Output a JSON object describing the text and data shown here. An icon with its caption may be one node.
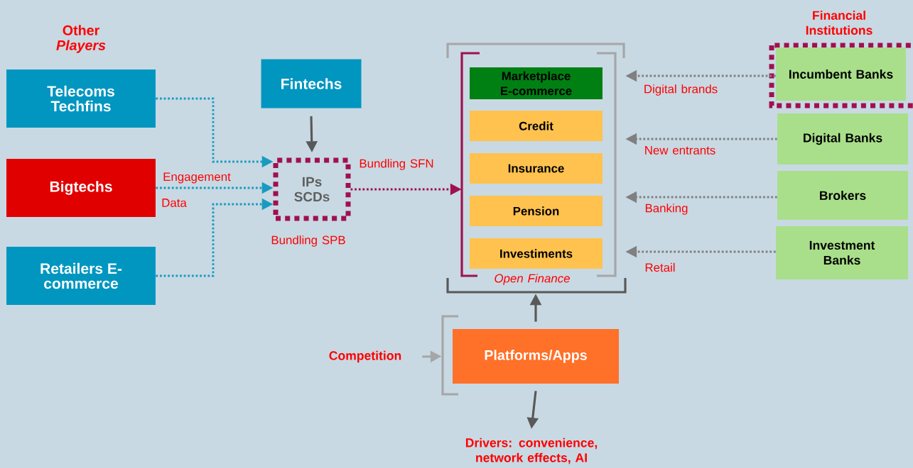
{
  "diagram": {
    "nodes": [
      {
        "text": [
          "Telecoms Techfins"
        ]
      },
      {
        "text": [
          "Bigtechs"
        ]
      },
      {
        "text": [
          "Retailers E-commerce"
        ]
      },
      {
        "text": [
          "Fintechs"
        ]
      },
      {
        "text": [
          "IPs SCDs"
        ],
        "beside": [
          "Bundling SPB"
        ]
      },
      {
        "text": [
          "Open Finance"
        ]
      },
      {
        "text": [
          "Marketplace E-commerce"
        ],
        "in": 5
      },
      {
        "text": [
          "Credit"
        ],
        "in": 5
      },
      {
        "text": [
          "Insurance"
        ],
        "in": 5
      },
      {
        "text": [
          "Pension"
        ],
        "in": 5
      },
      {
        "text": [
          "Investiments"
        ],
        "in": 5
      },
      {
        "text": [
          "Incumbent Banks"
        ]
      },
      {
        "text": [
          "Digital Banks"
        ]
      },
      {
        "text": [
          "Brokers"
        ]
      },
      {
        "text": [
          "Investment Banks"
        ]
      },
      {
        "text": [
          "Platforms/Apps"
        ]
      },
      {
        "text": [
          "Competition"
        ]
      },
      {
        "text": [
          "Drivers: convenience, network effects, AI"
        ]
      }
    ],
    "edges": [
      {
        "from": 0,
        "to": 4,
        "arrow": "to",
        "style": "dashed",
        "color": "#1a9ac0"
      },
      {
        "from": 1,
        "to": 4,
        "arrow": "to",
        "label": "Engagement",
        "style": "dashed",
        "color": "#1a9ac0"
      },
      {
        "from": 2,
        "to": 4,
        "arrow": "to",
        "style": "dashed",
        "color": "#1a9ac0"
      },
      {
        "from": 3,
        "to": 4,
        "arrow": "to",
        "color": "#595959"
      },
      {
        "from": 4,
        "to": 5,
        "arrow": "to",
        "label": "Bundling SFN",
        "style": "dashed",
        "color": "#a0104f"
      },
      {
        "from": 11,
        "to": 5,
        "arrow": "to",
        "label": "Digital brands",
        "style": "dashed"
      },
      {
        "from": 12,
        "to": 5,
        "arrow": "to",
        "label": "New entrants",
        "style": "dashed"
      },
      {
        "from": 13,
        "to": 5,
        "arrow": "to",
        "label": "Banking",
        "style": "dashed"
      },
      {
        "from": 14,
        "to": 5,
        "arrow": "to",
        "label": "Retail",
        "style": "dashed"
      },
      {
        "from": 15,
        "to": 5,
        "arrow": "to",
        "color": "#595959"
      },
      {
        "from": 15,
        "to": 17,
        "arrow": "to",
        "color": "#595959"
      },
      {
        "from": 16,
        "to": 15,
        "arrow": "to",
        "color": "#a6a6a6"
      }
    ],
    "labels": [
      "Other *Players*",
      "Financial Institutions",
      "Data"
    ]
  }
}
